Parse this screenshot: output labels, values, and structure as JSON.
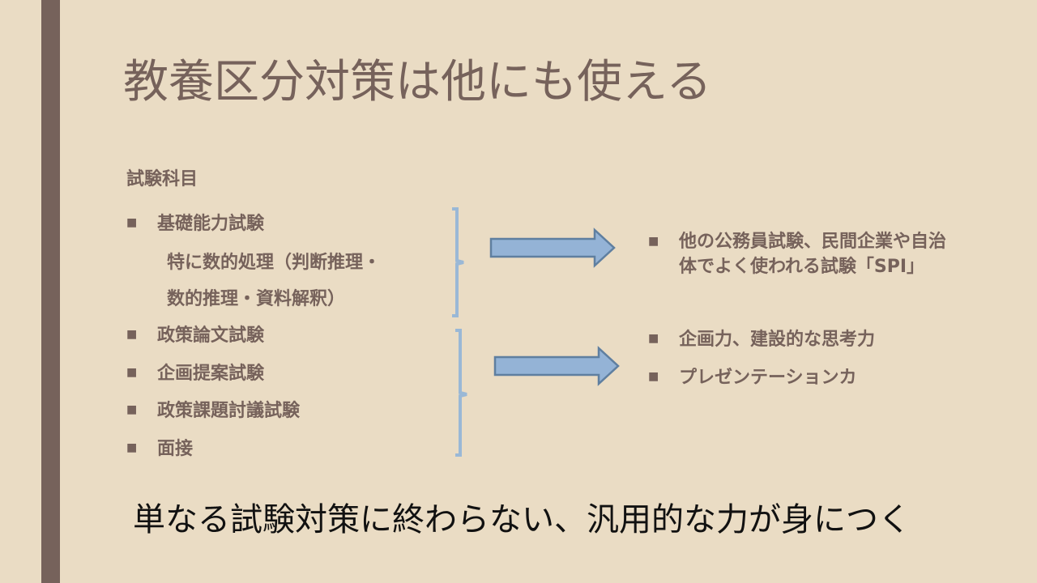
{
  "slide": {
    "title": "教養区分対策は他にも使える",
    "subject_heading": "試験科目",
    "bullet_glyph": "■",
    "left_items": [
      {
        "label": "基礎能力試験"
      },
      {
        "label": "政策論文試験"
      },
      {
        "label": "企画提案試験"
      },
      {
        "label": "政策課題討議試験"
      },
      {
        "label": "面接"
      }
    ],
    "left_sub_lines": [
      "特に数的処理（判断推理・",
      "数的推理・資料解釈）"
    ],
    "right_group_1": {
      "lines": [
        "他の公務員試験、民間企業や自治",
        "体でよく使われる試験「SPI」"
      ]
    },
    "right_group_2": [
      {
        "label": "企画力、建設的な思考力"
      },
      {
        "label": "プレゼンテーションカ"
      }
    ],
    "conclusion": "単なる試験対策に終わらない、汎用的な力が身につく"
  },
  "colors": {
    "background": "#eadcc4",
    "accent_bar": "#76625b",
    "text": "#76625b",
    "conclusion_text": "#111111",
    "arrow_fill": "#94b3d6",
    "arrow_stroke": "#5f7fa0",
    "bracket": "#9ab8d6"
  }
}
